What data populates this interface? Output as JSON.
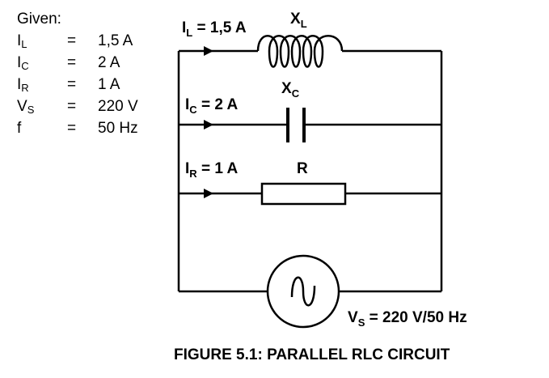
{
  "given": {
    "title": "Given:",
    "rows": [
      {
        "sym": "I",
        "sub": "L",
        "eq": "=",
        "val": "1,5 A"
      },
      {
        "sym": "I",
        "sub": "C",
        "eq": "=",
        "val": "2 A"
      },
      {
        "sym": "I",
        "sub": "R",
        "eq": "=",
        "val": "1 A"
      },
      {
        "sym": "V",
        "sub": "S",
        "eq": "=",
        "val": "220 V"
      },
      {
        "sym": "f",
        "sub": "",
        "eq": "=",
        "val": "50 Hz"
      }
    ]
  },
  "circuit": {
    "il": {
      "sym": "I",
      "sub": "L",
      "val": " = 1,5 A"
    },
    "xl": {
      "sym": "X",
      "sub": "L"
    },
    "ic": {
      "sym": "I",
      "sub": "C",
      "val": " = 2 A"
    },
    "xc": {
      "sym": "X",
      "sub": "C"
    },
    "ir": {
      "sym": "I",
      "sub": "R",
      "val": " = 1 A"
    },
    "r": "R",
    "vs": {
      "sym": "V",
      "sub": "S",
      "val": " = 220 V/50 Hz"
    }
  },
  "caption": "FIGURE 5.1:  PARALLEL RLC CIRCUIT"
}
